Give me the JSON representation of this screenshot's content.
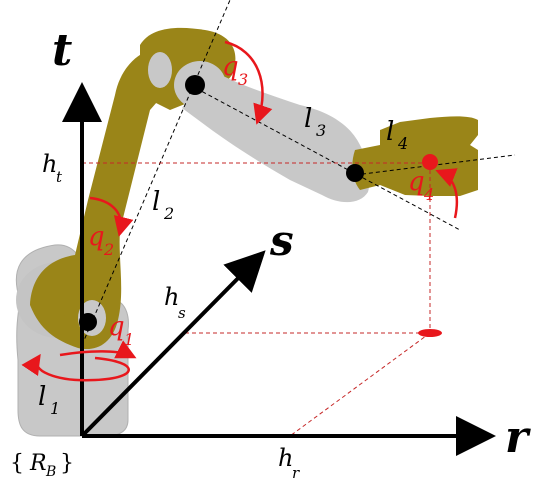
{
  "colors": {
    "link_gold": "#9a8518",
    "link_gold_dark": "#6e5e0e",
    "link_gray": "#c8c8c8",
    "link_gray_dark": "#a9a9a9",
    "joint": "#000000",
    "accent_red": "#e8171c",
    "axis": "#000000",
    "dashed": "#000000",
    "dashed_red": "#c62828"
  },
  "axes": {
    "t": "t",
    "s": "s",
    "r": "r"
  },
  "frame_label": {
    "open": "{",
    "main": "R",
    "sub": "B",
    "close": "}"
  },
  "joints": {
    "q1": {
      "main": "q",
      "sub": "1"
    },
    "q2": {
      "main": "q",
      "sub": "2"
    },
    "q3": {
      "main": "q",
      "sub": "3"
    },
    "q4": {
      "main": "q",
      "sub": "4"
    }
  },
  "links": {
    "l1": {
      "main": "l",
      "sub": "1"
    },
    "l2": {
      "main": "l",
      "sub": "2"
    },
    "l3": {
      "main": "l",
      "sub": "3"
    },
    "l4": {
      "main": "l",
      "sub": "4"
    }
  },
  "heights": {
    "ht": {
      "main": "h",
      "sub": "t"
    },
    "hs": {
      "main": "h",
      "sub": "s"
    },
    "hr": {
      "main": "h",
      "sub": "r"
    }
  }
}
